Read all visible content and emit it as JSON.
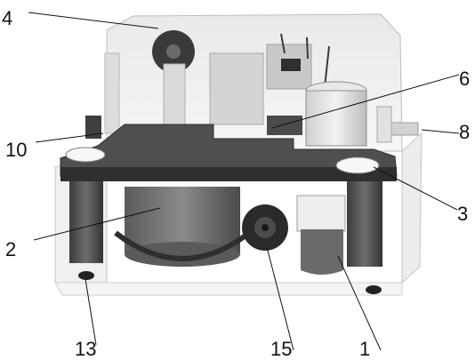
{
  "callouts": [
    {
      "id": "c4",
      "label": "4"
    },
    {
      "id": "c6",
      "label": "6"
    },
    {
      "id": "c8",
      "label": "8"
    },
    {
      "id": "c10",
      "label": "10"
    },
    {
      "id": "c3",
      "label": "3"
    },
    {
      "id": "c2",
      "label": "2"
    },
    {
      "id": "c13",
      "label": "13"
    },
    {
      "id": "c15",
      "label": "15"
    },
    {
      "id": "c1",
      "label": "1"
    }
  ]
}
